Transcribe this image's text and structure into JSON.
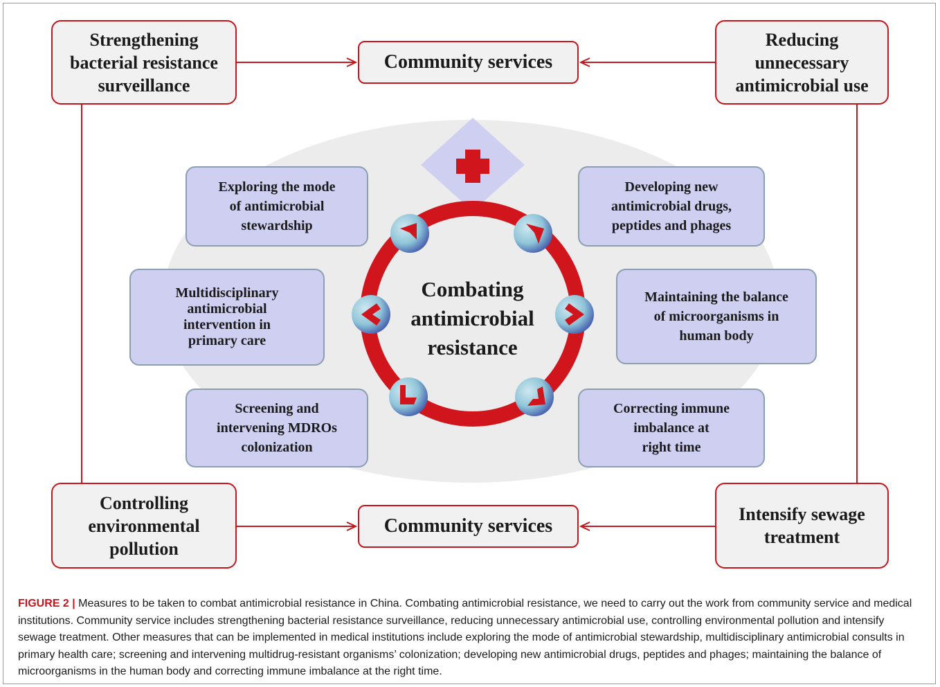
{
  "community_boxes": {
    "top_left": "Strengthening\nbacterial resistance\nsurveillance",
    "top_right": "Reducing\nunnecessary\nantimicrobial use",
    "bottom_left": "Controlling\nenvironmental\npollution",
    "bottom_right": "Intensify sewage\ntreatment",
    "service_top": "Community services",
    "service_bottom": "Community services"
  },
  "center": {
    "title": "Combating\nantimicrobial\nresistance",
    "icon": "red-cross-icon",
    "ring_color": "#d0161c"
  },
  "medical_boxes": {
    "left_top": "Exploring the mode\nof antimicrobial\nstewardship",
    "left_middle": "Multidisciplinary\nantimicrobial\nintervention  in\nprimary care",
    "left_bottom": "Screening and\nintervening MDROs\ncolonization",
    "right_top": "Developing new\nantimicrobial drugs,\npeptides and phages",
    "right_middle": "Maintaining the balance\nof microorganisms in\nhuman body",
    "right_bottom": "Correcting immune\nimbalance at\nright time"
  },
  "caption": {
    "label": "FIGURE 2 |",
    "text": " Measures to be taken to combat antimicrobial resistance in China. Combating antimicrobial resistance, we need to carry out the work from community service and medical institutions. Community service includes strengthening bacterial resistance surveillance, reducing unnecessary antimicrobial use, controlling environmental pollution and intensify sewage treatment. Other measures that can be implemented in medical institutions include exploring the mode of antimicrobial stewardship, multidisciplinary antimicrobial consults in primary health care; screening and intervening multidrug-resistant organisms’ colonization; developing new antimicrobial drugs, peptides and phages; maintaining the balance of microorganisms in the human body and correcting immune imbalance at the right time."
  },
  "colors": {
    "accent_red": "#c4161c",
    "box_fill": "#cfcff2",
    "ellipse_fill": "#ececec"
  }
}
